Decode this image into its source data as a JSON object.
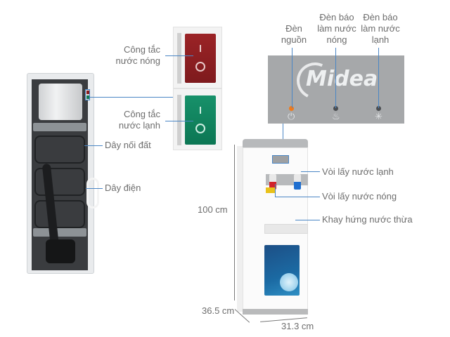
{
  "diagram": {
    "subject": "Midea water dispenser",
    "brand_logo_text": "Midea",
    "colors": {
      "callout_line": "#4a86c5",
      "hot_switch": "#8e1f22",
      "cold_switch": "#0f7f59",
      "power_led": "#f07a1a",
      "panel": "#a6a8aa",
      "label_text": "#6d6d6d"
    },
    "switch_labels": {
      "hot_switch": "Công tắc\nnước nóng",
      "cold_switch": "Công tắc\nnước lạnh"
    },
    "switch_labels_lines": {
      "hot_switch_1": "Công tắc",
      "hot_switch_2": "nước nóng",
      "cold_switch_1": "Công tắc",
      "cold_switch_2": "nước lạnh"
    },
    "back_labels": {
      "ground_wire": "Dây nối đất",
      "power_cord": "Dây điện"
    },
    "panel_labels": {
      "power_light_1": "Đèn",
      "power_light_2": "nguồn",
      "hot_light_1": "Đèn báo",
      "hot_light_2": "làm nước",
      "hot_light_3": "nóng",
      "cold_light_1": "Đèn báo",
      "cold_light_2": "làm nước",
      "cold_light_3": "lạnh"
    },
    "panel_icons": {
      "power": "⏻",
      "heat": "♨",
      "cold": "✳"
    },
    "front_labels": {
      "cold_tap": "Vòi lấy nước lạnh",
      "hot_tap": "Vòi lấy nước nóng",
      "drip_tray": "Khay hứng nước thừa"
    },
    "dimensions": {
      "height": "100 cm",
      "depth": "36.5 cm",
      "width": "31.3 cm"
    }
  }
}
